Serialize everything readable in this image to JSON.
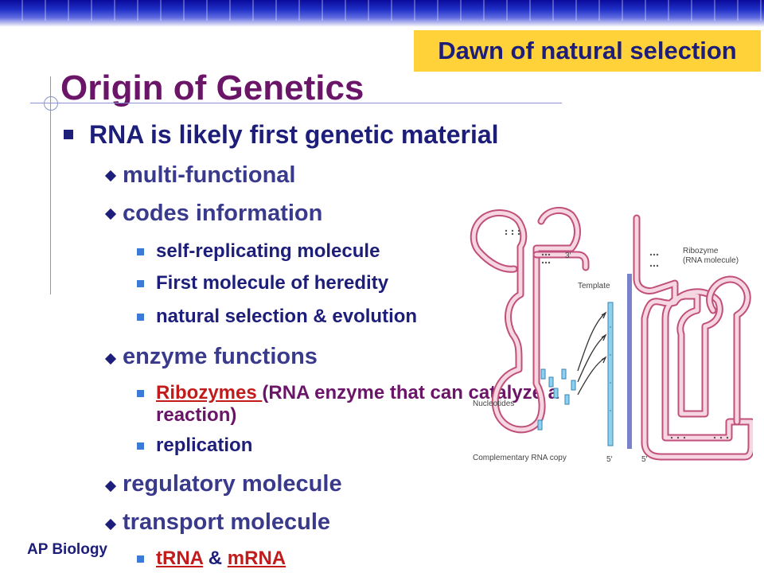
{
  "banner": {
    "tag": "Dawn of natural selection"
  },
  "slide": {
    "title": "Origin of Genetics",
    "lines": [
      "RNA is likely first genetic material",
      "multi-functional",
      "codes information",
      "self-replicating molecule",
      "First molecule of heredity",
      "natural selection & evolution",
      "enzyme functions",
      "Ribozymes ",
      "(RNA enzyme that can catalyze a",
      "reaction)",
      "replication",
      "regulatory molecule",
      "transport molecule",
      "tRNA",
      " & ",
      "mRNA"
    ]
  },
  "diagram": {
    "labels": [
      "Ribozyme",
      "(RNA molecule)",
      "Template",
      "Nucleotides",
      "Complementary RNA copy",
      "3′",
      "5′",
      "5′"
    ]
  },
  "footer": {
    "text": "AP Biology"
  },
  "colors": {
    "title": "#6b1568",
    "body": "#1d1d7a",
    "link": "#c21b1b",
    "tag_bg": "#ffd23a",
    "rna_strand": "#d9799b",
    "nucleotide": "#7fbfe0"
  }
}
